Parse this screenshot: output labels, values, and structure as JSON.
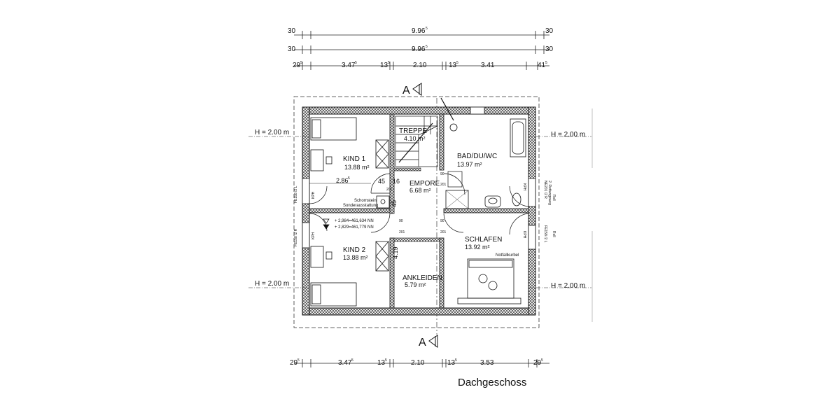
{
  "title": "Dachgeschoss",
  "dimensions": {
    "top_row1": {
      "left": "30",
      "total": "9.96",
      "total_sup": "5",
      "right": "30"
    },
    "top_row2": {
      "left": "30",
      "total": "9.96",
      "total_sup": "5",
      "right": "30"
    },
    "top_row3": [
      {
        "text": "29",
        "sup": "5"
      },
      {
        "text": "3.47",
        "sup": "5"
      },
      {
        "text": "13",
        "sup": "5"
      },
      {
        "text": "2.10",
        "sup": ""
      },
      {
        "text": "13",
        "sup": "5"
      },
      {
        "text": "3.41",
        "sup": ""
      },
      {
        "text": "41",
        "sup": "5"
      }
    ],
    "bottom_row": [
      {
        "text": "29",
        "sup": "5"
      },
      {
        "text": "3.47",
        "sup": "5"
      },
      {
        "text": "13",
        "sup": "5"
      },
      {
        "text": "2.10",
        "sup": ""
      },
      {
        "text": "13",
        "sup": "5"
      },
      {
        "text": "3.53",
        "sup": ""
      },
      {
        "text": "29",
        "sup": "5"
      }
    ],
    "inner": {
      "kind1_width": "2.86",
      "kind1_width_sup": "5",
      "d45": "45",
      "d16": "16",
      "d45b": "45",
      "d419": "4.19",
      "door_90": "90",
      "door_201": "201"
    }
  },
  "sections": {
    "top": "A",
    "bottom": "A"
  },
  "heights": {
    "left_top": "H = 2.00 m",
    "left_bottom": "H = 2.00 m",
    "right_top": "H = 2.00 m",
    "right_bottom": "H = 2.00 m"
  },
  "rooms": {
    "kind1": {
      "name": "KIND 1",
      "area": "13.88 m²"
    },
    "kind2": {
      "name": "KIND 2",
      "area": "13.88 m²"
    },
    "treppe": {
      "name": "TREPPE",
      "area": "4.10 m²"
    },
    "empore": {
      "name": "EMPORE",
      "area": "6.68 m²"
    },
    "bad": {
      "name": "BAD/DU/WC",
      "area": "13.97 m²"
    },
    "schlafen": {
      "name": "SCHLAFEN",
      "area": "13.92 m²"
    },
    "ankleiden": {
      "name": "ANKLEIDEN",
      "area": "5.79 m²"
    }
  },
  "annotations": {
    "level1": "+ 2,984=461,634 NN",
    "level2": "+ 2,829=461,779 NN",
    "schornstein1": "Schornstein",
    "schornstein2": "Sonderausstattung",
    "notfall": "Notfallkurbel",
    "kph": "KPH",
    "window_left1": "FE158 /2 L",
    "window_left2": "FE158 /2 R",
    "window_right1": "NE201 /2 R",
    "window_right1b": "2. Rettungsweg",
    "window_right2": "FE158 /2 L",
    "roll": "Roll"
  }
}
